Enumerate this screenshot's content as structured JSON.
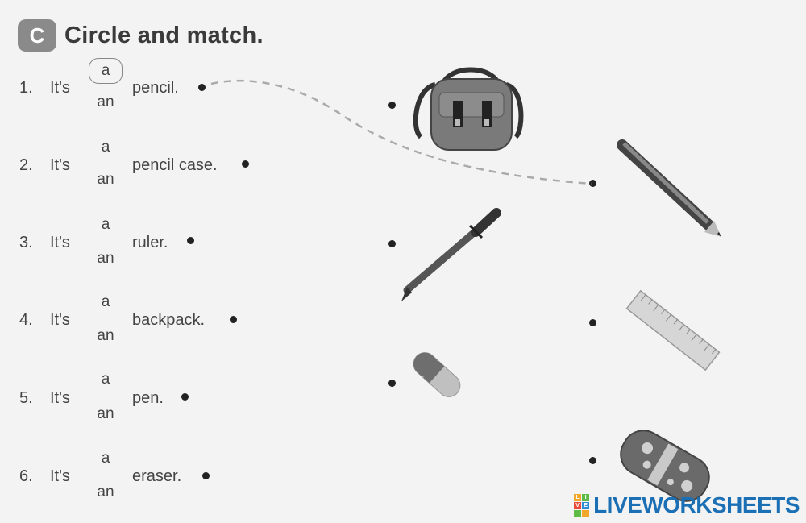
{
  "header": {
    "badge": "C",
    "title": "Circle and match."
  },
  "sentences": [
    {
      "number": "1.",
      "its": "It's",
      "option_a": "a",
      "option_an": "an",
      "noun": "pencil.",
      "circled": "a"
    },
    {
      "number": "2.",
      "its": "It's",
      "option_a": "a",
      "option_an": "an",
      "noun": "pencil case."
    },
    {
      "number": "3.",
      "its": "It's",
      "option_a": "a",
      "option_an": "an",
      "noun": "ruler."
    },
    {
      "number": "4.",
      "its": "It's",
      "option_a": "a",
      "option_an": "an",
      "noun": "backpack."
    },
    {
      "number": "5.",
      "its": "It's",
      "option_a": "a",
      "option_an": "an",
      "noun": "pen."
    },
    {
      "number": "6.",
      "its": "It's",
      "option_a": "a",
      "option_an": "an",
      "noun": "eraser."
    }
  ],
  "pictures": [
    {
      "icon": "backpack-icon"
    },
    {
      "icon": "pencil-icon"
    },
    {
      "icon": "pen-icon"
    },
    {
      "icon": "ruler-icon"
    },
    {
      "icon": "eraser-icon"
    },
    {
      "icon": "pencil-case-icon"
    }
  ],
  "watermark": {
    "text": "LIVEWORKSHEETS",
    "logo_letters": [
      "L",
      "I",
      "V",
      "E"
    ],
    "color": "#1a6fb5"
  },
  "colors": {
    "badge": "#8a8a8a",
    "backpack": "#777777",
    "eraser_tip": "#c0c0c0"
  }
}
